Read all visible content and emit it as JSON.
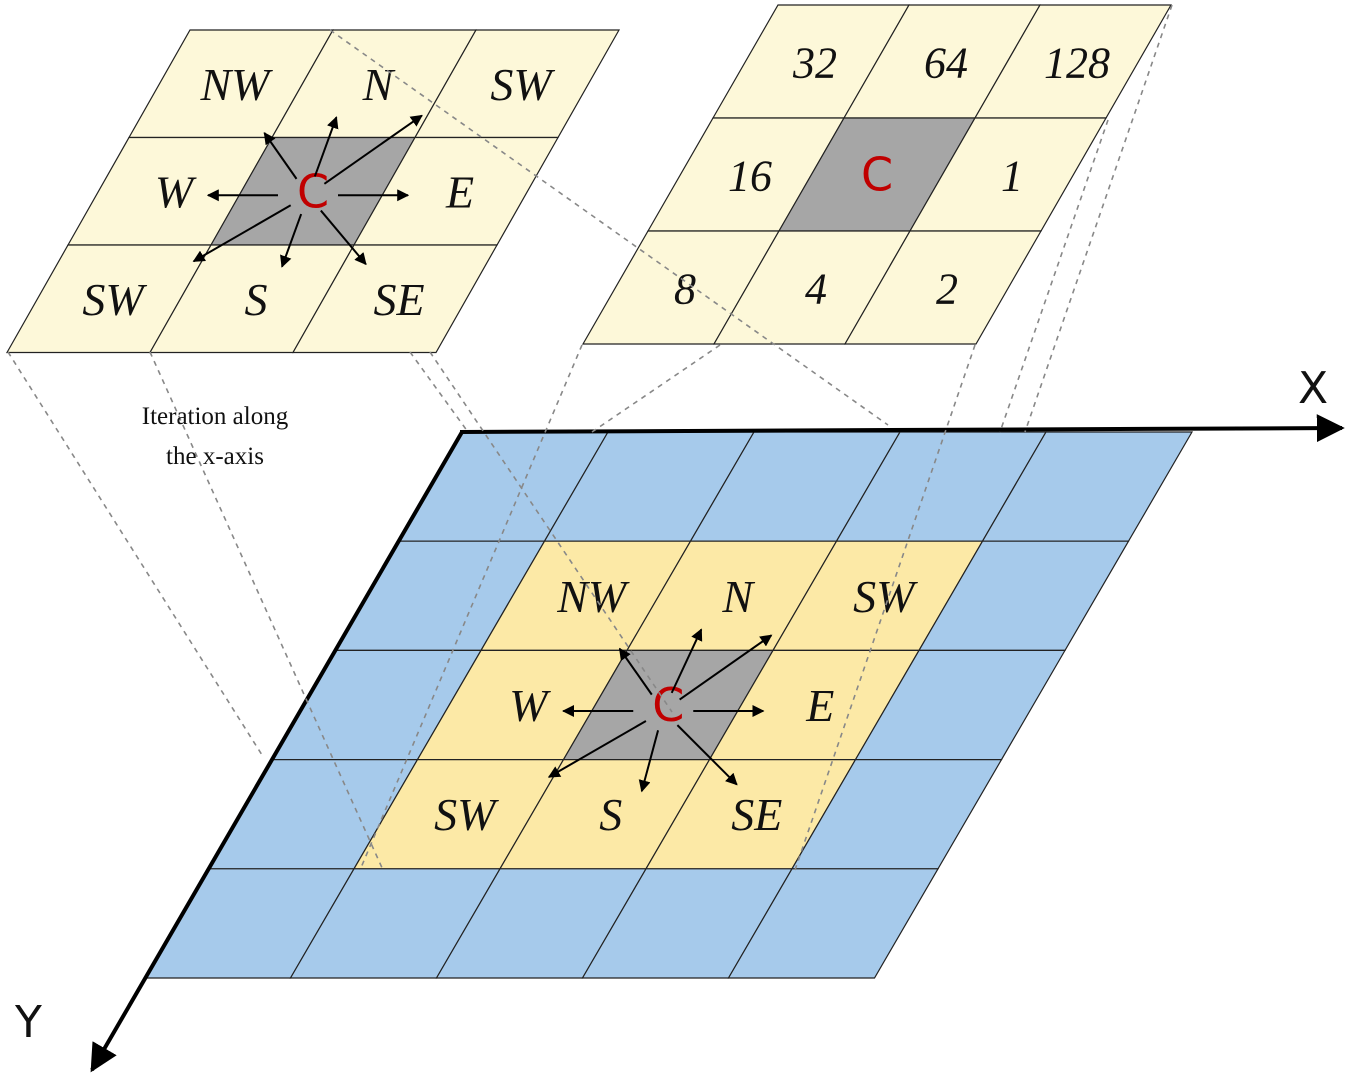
{
  "colors": {
    "outer_cell": "#a6caeb",
    "neighbor_cell_main": "#fce9a6",
    "neighbor_cell_inset": "#fdf8d9",
    "center_cell": "#a6a6a6",
    "center_text": "#c00000",
    "line": "#222222",
    "guide": "#888888"
  },
  "axes": {
    "x_label": "X",
    "y_label": "Y"
  },
  "caption": {
    "line1": "Iteration along",
    "line2": "the x-axis"
  },
  "directions_grid": {
    "labels": [
      "NW",
      "N",
      "SW",
      "W",
      "C",
      "E",
      "SW",
      "S",
      "SE"
    ]
  },
  "codes_grid": {
    "labels": [
      "32",
      "64",
      "128",
      "16",
      "C",
      "1",
      "8",
      "4",
      "2"
    ]
  },
  "main_grid": {
    "rows": 5,
    "cols": 5
  },
  "icons": [
    "arrow-icon"
  ]
}
